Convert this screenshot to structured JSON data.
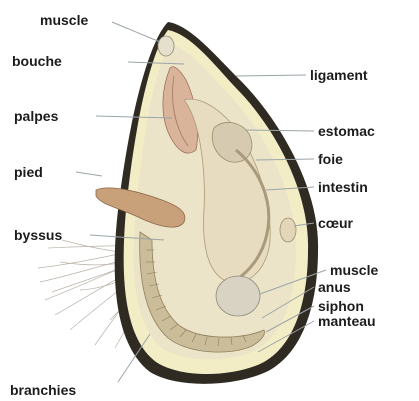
{
  "labels": {
    "muscle_top": "muscle",
    "bouche": "bouche",
    "palpes": "palpes",
    "pied": "pied",
    "byssus": "byssus",
    "branchies": "branchies",
    "ligament": "ligament",
    "estomac": "estomac",
    "foie": "foie",
    "intestin": "intestin",
    "coeur": "cœur",
    "muscle_bottom": "muscle",
    "anus": "anus",
    "siphon": "siphon",
    "manteau": "manteau"
  },
  "colors": {
    "shell_outer": "#2f2a22",
    "mantle": "#f3edc6",
    "inner": "#ece4c8",
    "gills": "#cbbd9a",
    "foot": "#c8a07a",
    "muscle": "#d8d3c2",
    "leader": "#9aa4a8",
    "text": "#1c1c1c"
  }
}
